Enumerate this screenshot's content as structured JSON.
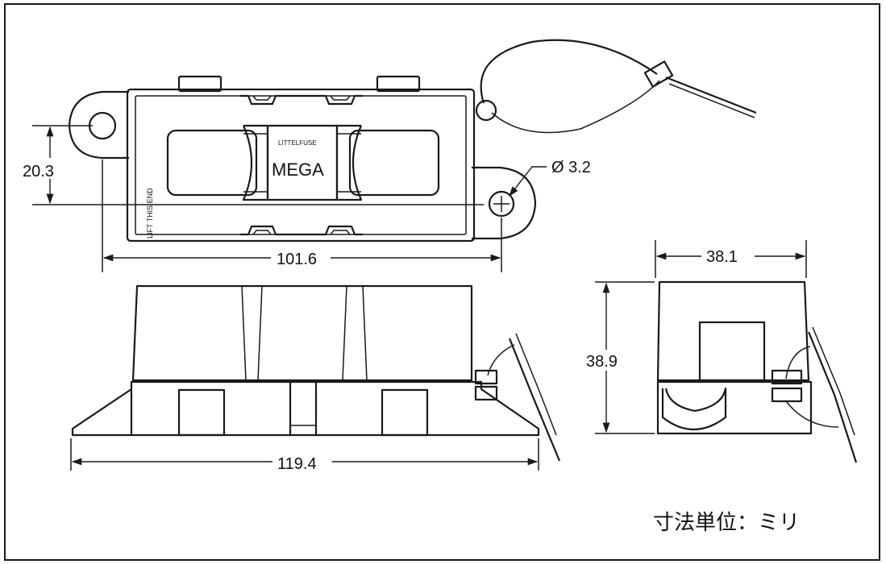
{
  "top_view": {
    "brand": "LITTELFUSE",
    "fuse_label": "MEGA",
    "side_note": "LIFT THIS END",
    "dim_height": "20.3",
    "dim_length": "101.6",
    "dim_hole": "Ø 3.2"
  },
  "side_view": {
    "dim_length": "119.4"
  },
  "end_view": {
    "dim_width": "38.1",
    "dim_height": "38.9"
  },
  "unit_note": "寸法単位：ミリ"
}
